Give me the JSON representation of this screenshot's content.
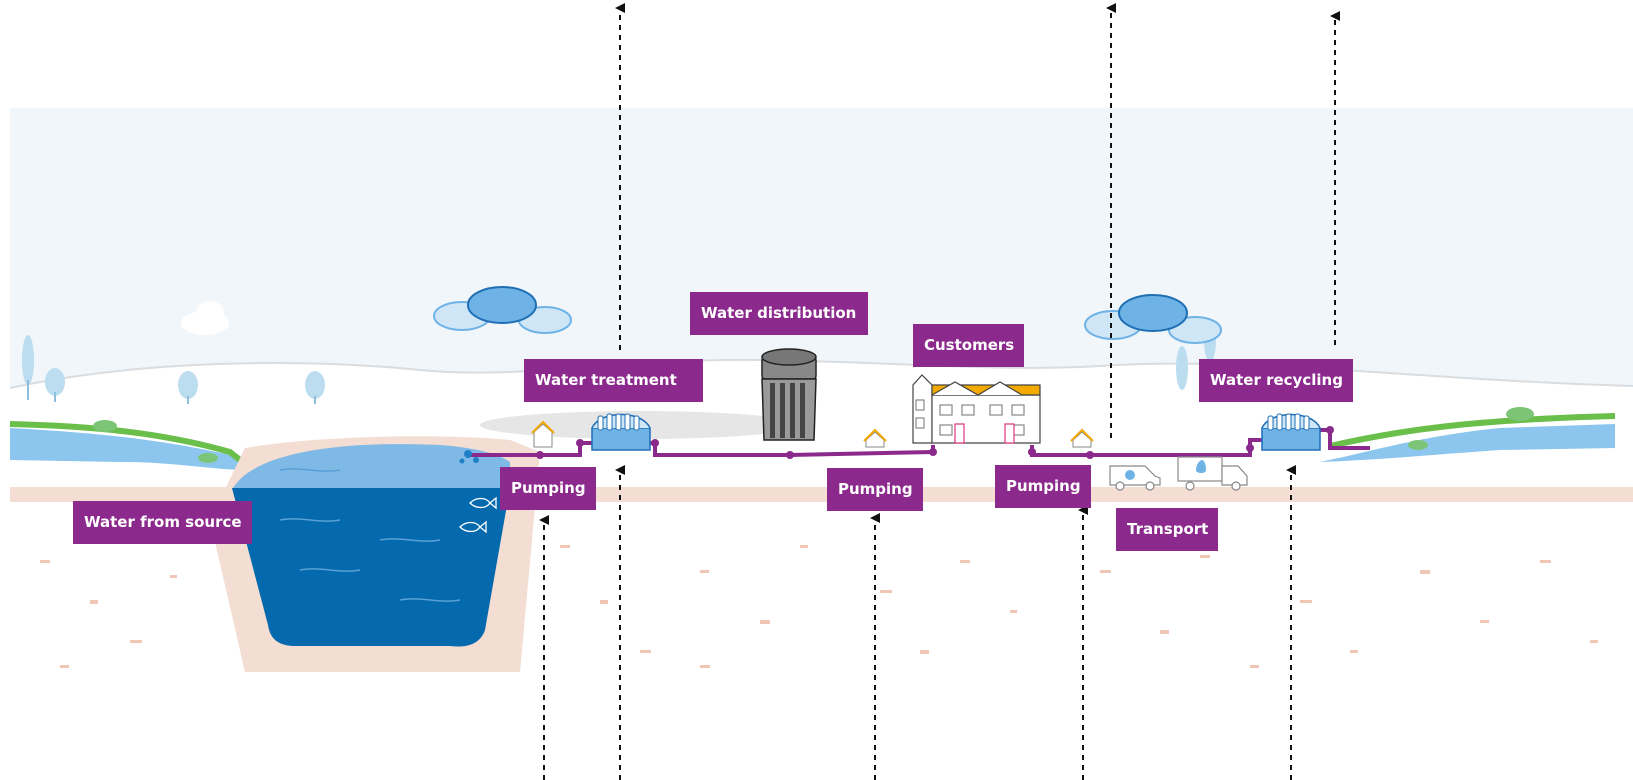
{
  "labels": {
    "water_from_source": "Water from source",
    "pumping_1": "Pumping",
    "water_treatment": "Water treatment",
    "water_distribution": "Water distribution",
    "pumping_2": "Pumping",
    "customers": "Customers",
    "pumping_3": "Pumping",
    "transport": "Transport",
    "water_recycling": "Water recycling"
  },
  "colors": {
    "label_bg": "#8b2a8c",
    "pipe": "#8b2a8c",
    "sky": "#f1f6fa",
    "ground_band": "#f4ddd2",
    "reservoir_deep": "#0569ae",
    "reservoir_top": "#7fb9e6",
    "river": "#8cc6ee",
    "grass": "#6abf4b",
    "cloud_blue": "#6fb3e6",
    "cloud_light": "#cfe6f7",
    "roof": "#f2a900"
  },
  "icons": [
    "cloud-icon",
    "tree-icon",
    "water-tower-icon",
    "treatment-plant-icon",
    "pump-house-icon",
    "houses-icon",
    "van-icon",
    "truck-icon",
    "fish-icon",
    "arrow-up-icon"
  ]
}
